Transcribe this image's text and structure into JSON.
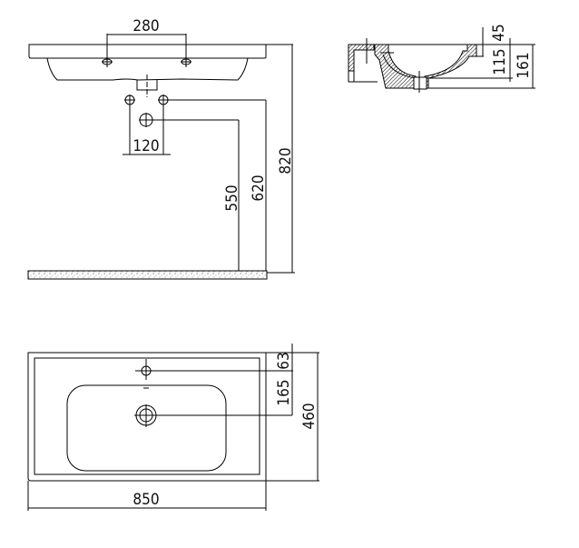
{
  "drawing": {
    "title": "Washbasin technical drawing",
    "line_color": "#000000",
    "background": "#ffffff",
    "views": {
      "front_elevation": {
        "dimensions": {
          "tap_holes_spacing": "280",
          "pipe_spacing": "120",
          "drain_height": "550",
          "supply_height": "620",
          "basin_top_height": "820"
        }
      },
      "side_section": {
        "dimensions": {
          "rim_depth": "45",
          "bowl_depth": "115",
          "total_height": "161"
        }
      },
      "plan_view": {
        "dimensions": {
          "tap_hole_offset": "63",
          "drain_offset": "165",
          "depth": "460",
          "width": "850"
        }
      }
    }
  }
}
